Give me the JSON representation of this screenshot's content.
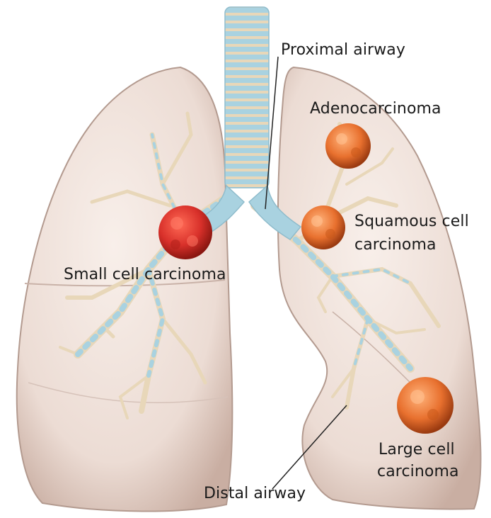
{
  "labels": {
    "proximal_airway": "Proximal airway",
    "adenocarcinoma": "Adenocarcinoma",
    "squamous_line1": "Squamous cell",
    "squamous_line2": "carcinoma",
    "small_cell": "Small cell carcinoma",
    "large_line1": "Large cell",
    "large_line2": "carcinoma",
    "distal_airway": "Distal airway"
  },
  "colors": {
    "lung_fill": "#efe2dc",
    "lung_edge": "#b39a8f",
    "airway_blue": "#a9d2e0",
    "airway_cream": "#e8d7b9",
    "small_cell_tumor": "#d8302a",
    "nsclc_tumor": "#e8702e"
  }
}
